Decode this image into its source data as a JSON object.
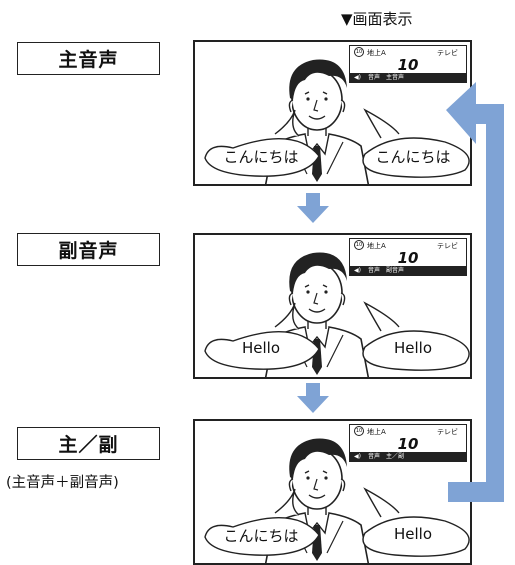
{
  "header": "▼画面表示",
  "modes": [
    {
      "label": "主音声",
      "sublabel": "",
      "osd": {
        "source": "地上A",
        "tv": "テレビ",
        "channel": "10",
        "audio": "音声　主音声"
      },
      "bubble_left": "こんにちは",
      "bubble_right": "こんにちは"
    },
    {
      "label": "副音声",
      "sublabel": "",
      "osd": {
        "source": "地上A",
        "tv": "テレビ",
        "channel": "10",
        "audio": "音声　副音声"
      },
      "bubble_left": "Hello",
      "bubble_right": "Hello"
    },
    {
      "label": "主／副",
      "sublabel": "(主音声＋副音声)",
      "osd": {
        "source": "地上A",
        "tv": "テレビ",
        "channel": "10",
        "audio": "音声　主／副"
      },
      "bubble_left": "こんにちは",
      "bubble_right": "Hello"
    }
  ],
  "colors": {
    "arrow": "#7fa3d5",
    "frame": "#222222",
    "osd_bar": "#222222"
  },
  "icons": {
    "down_arrow": "down-arrow-icon",
    "loop_arrow": "loop-back-arrow-icon",
    "osd_channel_icon": "channel-icon"
  }
}
